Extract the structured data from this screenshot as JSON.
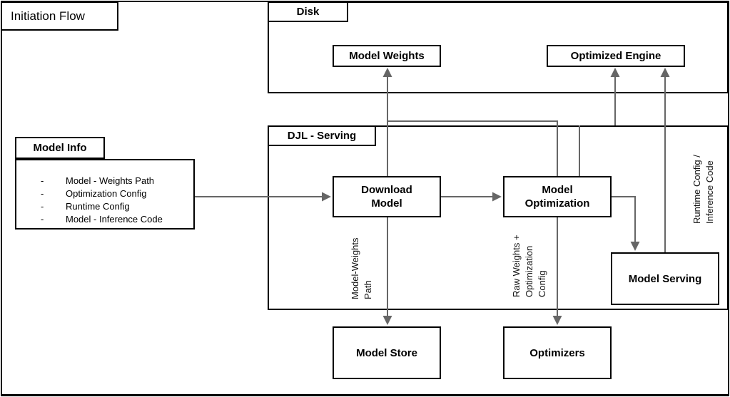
{
  "diagram": {
    "title": "Initiation Flow",
    "containers": {
      "disk": {
        "label": "Disk"
      },
      "djl_serving": {
        "label": "DJL - Serving"
      }
    },
    "model_info": {
      "label": "Model Info",
      "bullet": "-",
      "items": [
        "Model - Weights Path",
        "Optimization Config",
        "Runtime Config",
        "Model - Inference Code"
      ]
    },
    "nodes": {
      "model_weights": "Model Weights",
      "optimized_engine": "Optimized Engine",
      "download_model": "Download\nModel",
      "model_optimization": "Model\nOptimization",
      "model_serving": "Model Serving",
      "model_store": "Model Store",
      "optimizers": "Optimizers"
    },
    "edge_labels": {
      "model_weights_path": "Model-Weights\nPath",
      "raw_weights": "Raw Weights +\nOptimization\nConfig",
      "runtime_config": "Runtime Config /\nInference Code"
    },
    "colors": {
      "connector": "#666666",
      "border": "#000000",
      "background": "#ffffff"
    }
  }
}
